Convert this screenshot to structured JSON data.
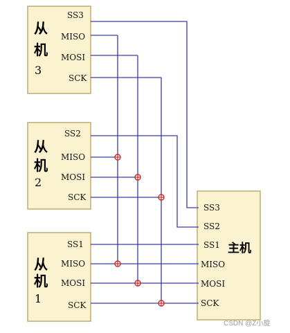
{
  "slave3": {
    "label_line1": "从",
    "label_line2": "机",
    "label_number": "3",
    "pins": [
      "SS3",
      "MISO",
      "MOSI",
      "SCK"
    ]
  },
  "slave2": {
    "label_line1": "从",
    "label_line2": "机",
    "label_number": "2",
    "pins": [
      "SS2",
      "MISO",
      "MOSI",
      "SCK"
    ]
  },
  "slave1": {
    "label_line1": "从",
    "label_line2": "机",
    "label_number": "1",
    "pins": [
      "SS1",
      "MISO",
      "MOSI",
      "SCK"
    ]
  },
  "master": {
    "label": "主机",
    "pins": [
      "SS3",
      "SS2",
      "SS1",
      "MISO",
      "MOSI",
      "SCK"
    ]
  },
  "watermark": "CSDN @Z小旋",
  "colors": {
    "wire": "#3a3aa8",
    "junction": "#c62828",
    "box_fill": "#fbf3d0"
  }
}
